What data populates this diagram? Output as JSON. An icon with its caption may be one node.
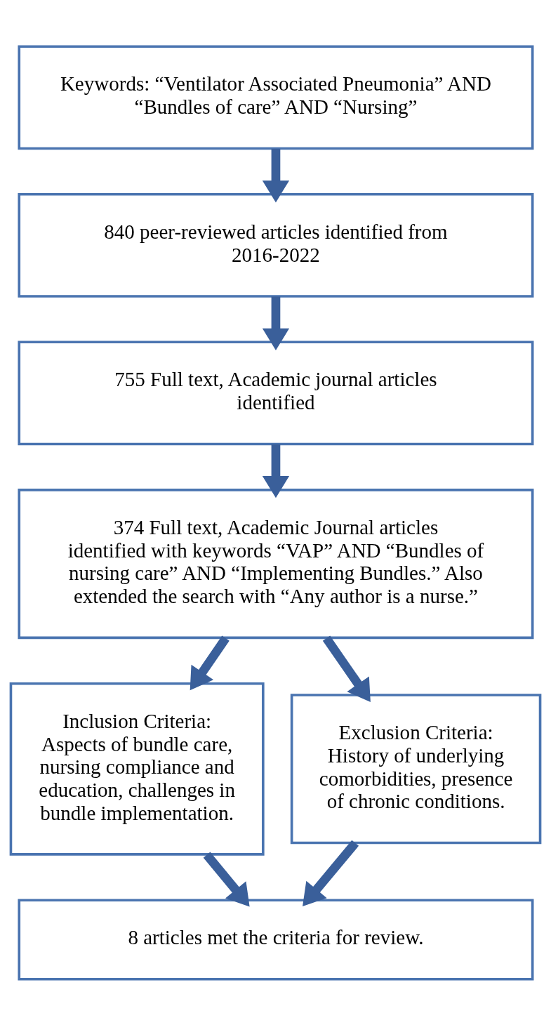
{
  "diagram": {
    "nodes": [
      {
        "text": [
          "Keywords: “Ventilator Associated Pneumonia” AND “Bundles of care” AND “Nursing”"
        ]
      },
      {
        "text": [
          "840 peer-reviewed articles identified from 2016-2022"
        ]
      },
      {
        "text": [
          "755 Full text, Academic journal articles identified"
        ]
      },
      {
        "text": [
          "374 Full text, Academic Journal articles identified with keywords “VAP” AND “Bundles of nursing care” AND “Implementing Bundles.” Also extended the search with “Any author is a nurse.”"
        ]
      },
      {
        "text": [
          "Inclusion Criteria: Aspects of bundle care, nursing compliance and education, challenges in bundle implementation."
        ]
      },
      {
        "text": [
          "Exclusion Criteria: History of underlying comorbidities, presence of chronic conditions."
        ]
      },
      {
        "text": [
          "8 articles met the criteria for review."
        ]
      }
    ],
    "edges": [
      {
        "from": 0,
        "to": 1,
        "arrow": "to"
      },
      {
        "from": 1,
        "to": 2,
        "arrow": "to"
      },
      {
        "from": 2,
        "to": 3,
        "arrow": "to"
      },
      {
        "from": 3,
        "to": 4,
        "arrow": "to"
      },
      {
        "from": 3,
        "to": 5,
        "arrow": "to"
      },
      {
        "from": 4,
        "to": 6,
        "arrow": "to"
      },
      {
        "from": 5,
        "to": 6,
        "arrow": "to"
      }
    ]
  }
}
